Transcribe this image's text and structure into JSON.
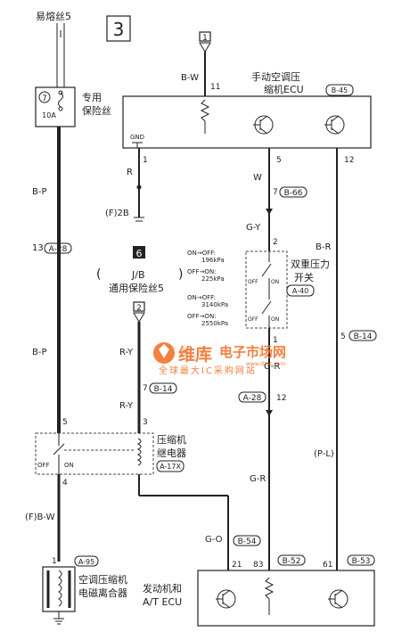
{
  "page": {
    "number": "3"
  },
  "fuse": {
    "source": "易熔丝5",
    "label_line1": "专用",
    "label_line2": "保险丝",
    "number": "7",
    "rating": "10A"
  },
  "connector1": {
    "id": "1",
    "color": "B-W",
    "pin": "11"
  },
  "compressor_ecu": {
    "label_line1": "手动空调压",
    "label_line2": "缩机ECU",
    "ref": "B-45",
    "gnd": "GND",
    "pin_r": "1",
    "pin_w": "5",
    "pin_br": "12"
  },
  "wires": {
    "bp_upper": "B-P",
    "conn_13": "13",
    "ref_a28": "A-28",
    "bp_lower": "B-P",
    "r": "R",
    "f2b": "(F)2B",
    "w": "W",
    "pin7_w": "7",
    "ref_b66": "B-66",
    "gy": "G-Y",
    "pin2": "2",
    "br": "B-R",
    "pin1": "1",
    "gr_mid": "G-R",
    "ref_a28b": "A-28",
    "pin12": "12",
    "pin5_br": "5",
    "ref_b14b": "B-14",
    "pl": "(P-L)",
    "gr_low": "G-R",
    "ry_top": "R-Y",
    "pin7_ry": "7",
    "ref_b14": "B-14",
    "ry_low": "R-Y",
    "pin3": "3",
    "pin5_relay": "5",
    "pin4": "4",
    "fbw": "(F)B-W",
    "pin1_clutch": "1",
    "ref_a95": "A-95",
    "go": "G-O",
    "ref_b54": "B-54",
    "pin21": "21",
    "pin83": "83",
    "ref_b52": "B-52",
    "pin61": "61",
    "ref_b53": "B-53"
  },
  "jb": {
    "marker": "6",
    "label_line1": "J/B",
    "label_line2": "通用保险丝5"
  },
  "connector2": {
    "id": "2"
  },
  "pressure_switch": {
    "label_line1": "双重压力",
    "label_line2": "开关",
    "ref": "A-40"
  },
  "pressure_notes": [
    "ON→OFF:",
    "196kPa",
    "OFF→ON:",
    "225kPa",
    "ON→OFF:",
    "3140kPa",
    "OFF→ON:",
    "2550kPa"
  ],
  "relay": {
    "label_line1": "压缩机",
    "label_line2": "继电器",
    "ref": "A-17X",
    "off": "OFF",
    "on": "ON"
  },
  "clutch": {
    "label_line1": "空调压缩机",
    "label_line2": "电磁离合器"
  },
  "engine_ecu": {
    "label_line1": "发动机和",
    "label_line2": "A/T ECU"
  },
  "watermark": {
    "brand": "维库",
    "site": "电子市场网",
    "slogan": "全球最大IC采购网站",
    "url": "www.dzsc.com"
  }
}
